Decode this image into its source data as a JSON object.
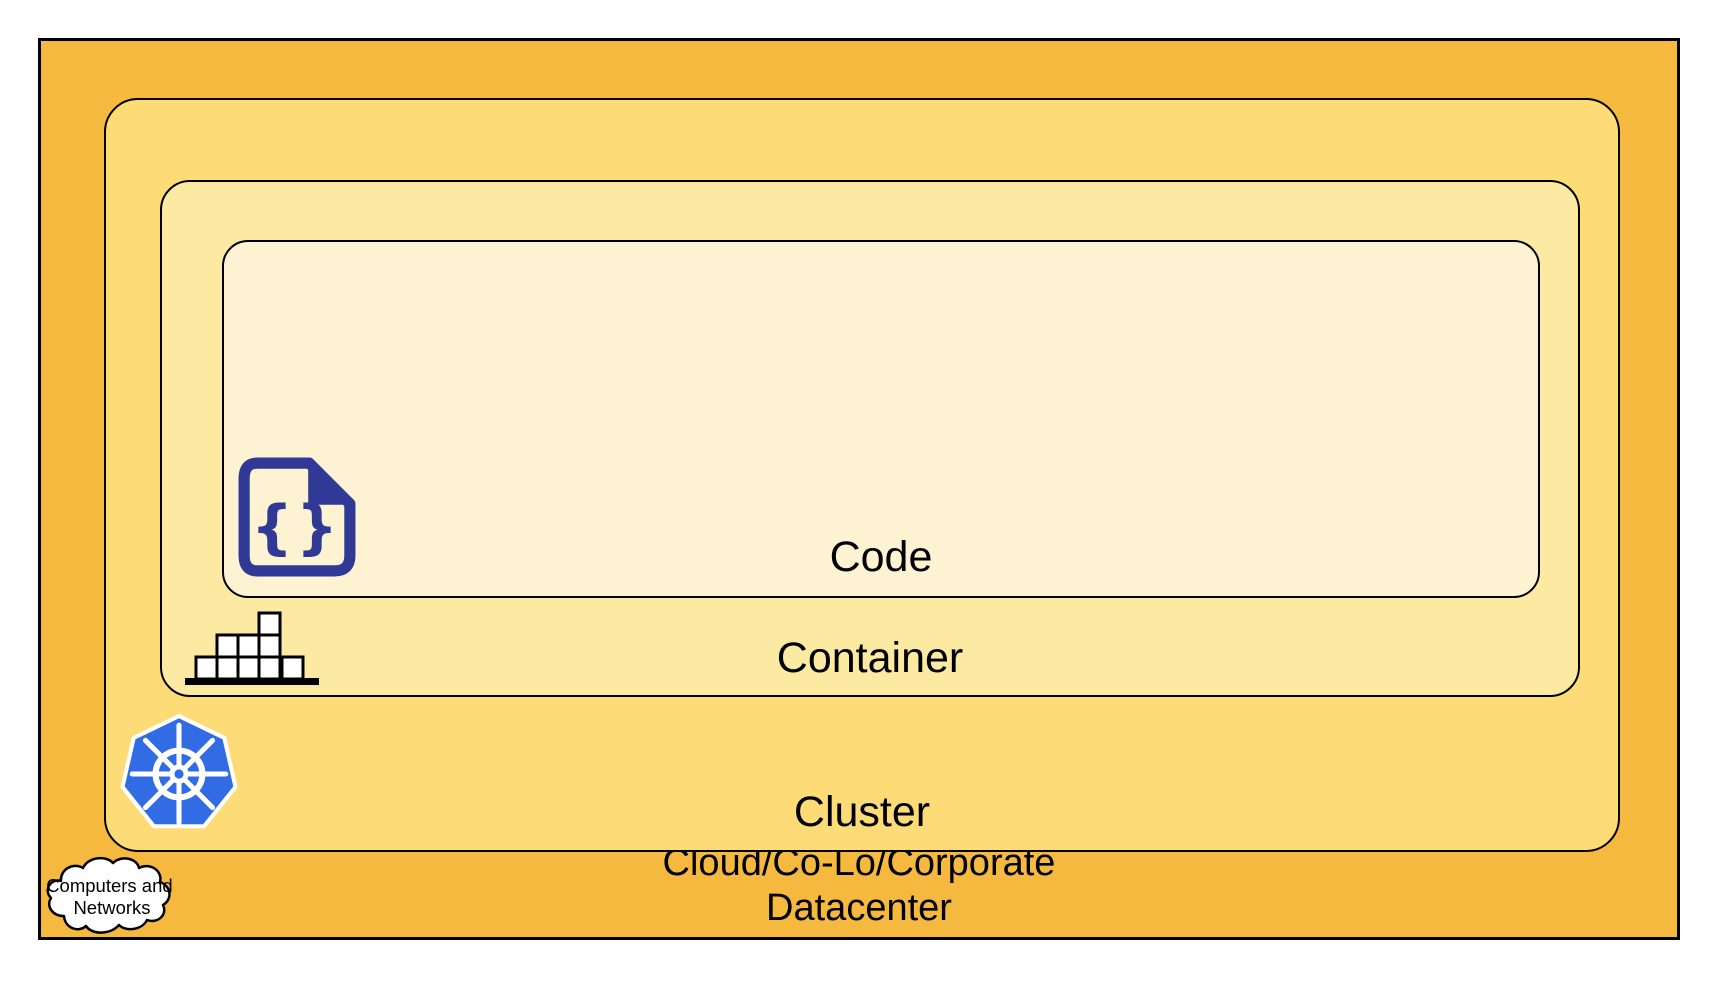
{
  "diagram": {
    "type": "nested-layers",
    "layers": {
      "code": {
        "label": "Code",
        "fill": "#FDF3D2"
      },
      "container": {
        "label": "Container",
        "fill": "#FCE9A2"
      },
      "cluster": {
        "label": "Cluster",
        "fill": "#FDDC78"
      },
      "datacenter": {
        "label": "Cloud/Co-Lo/Corporate\nDatacenter",
        "fill": "#F6B93F"
      }
    },
    "cloud_callout": {
      "label": "Computers and\nNetworks",
      "fill": "#FFFFFF"
    },
    "icons": {
      "code_file": {
        "name": "code-file-icon",
        "glyph": "{}",
        "color": "#303996"
      },
      "container_blocks": {
        "name": "container-blocks-icon",
        "block_fill": "#FFFFFF",
        "outline": "#000000"
      },
      "kubernetes": {
        "name": "kubernetes-icon",
        "color": "#326CE5",
        "wheel_color": "#FFFFFF"
      },
      "cloud": {
        "name": "cloud-icon",
        "outline": "#000000"
      }
    }
  }
}
